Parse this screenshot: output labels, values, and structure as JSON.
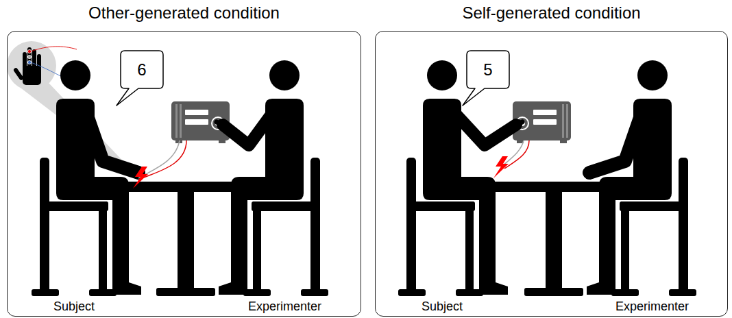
{
  "diagram": {
    "nodes": [
      {
        "text": [
          "Other-generated condition"
        ]
      },
      {
        "text": [
          "6"
        ],
        "in": 0
      },
      {
        "text": [
          "Self-generated condition"
        ]
      },
      {
        "text": [
          "5"
        ],
        "in": 2
      }
    ],
    "labels": [
      "Subject",
      "Experimenter",
      "Subject",
      "Experimenter"
    ]
  }
}
